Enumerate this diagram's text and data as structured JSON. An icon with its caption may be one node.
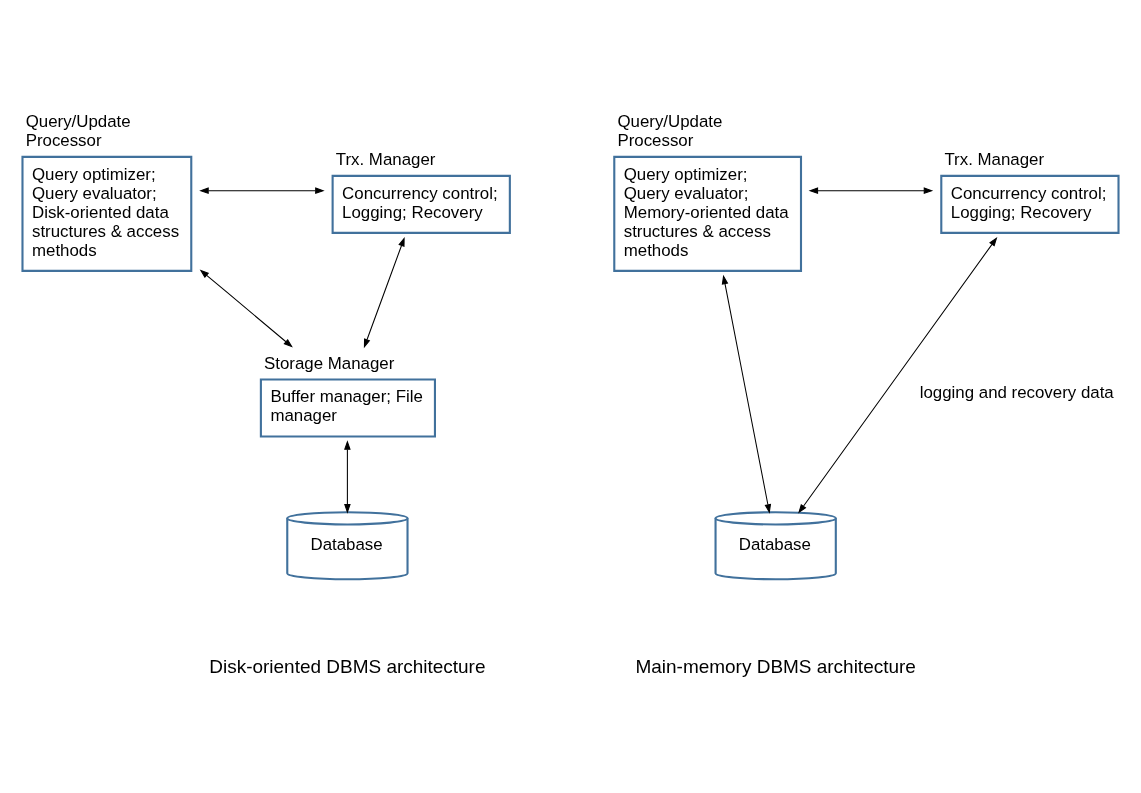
{
  "diagram": {
    "nodes": [
      {
        "text": [
          "Query/Update Processor",
          "Query optimizer; Query evaluator; Disk-oriented data structures & access methods"
        ]
      },
      {
        "text": [
          "Trx. Manager",
          "Concurrency control; Logging; Recovery"
        ]
      },
      {
        "text": [
          "Storage Manager",
          "Buffer manager; File manager"
        ]
      },
      {
        "text": [
          "Database"
        ]
      },
      {
        "text": [
          "Query/Update Processor",
          "Query optimizer; Query evaluator; Memory-oriented data structures & access methods"
        ]
      },
      {
        "text": [
          "Trx. Manager",
          "Concurrency control; Logging; Recovery"
        ]
      },
      {
        "text": [
          "Database"
        ]
      }
    ],
    "edges": [
      {
        "from": 0,
        "to": 1,
        "arrow": "both"
      },
      {
        "from": 0,
        "to": 2,
        "arrow": "both"
      },
      {
        "from": 1,
        "to": 2,
        "arrow": "both"
      },
      {
        "from": 2,
        "to": 3,
        "arrow": "both"
      },
      {
        "from": 4,
        "to": 5,
        "arrow": "both"
      },
      {
        "from": 4,
        "to": 6,
        "arrow": "both"
      },
      {
        "from": 5,
        "to": 6,
        "arrow": "both",
        "label": "logging and recovery data"
      }
    ],
    "labels": [
      "Disk-oriented DBMS architecture",
      "Main-memory DBMS architecture"
    ]
  }
}
